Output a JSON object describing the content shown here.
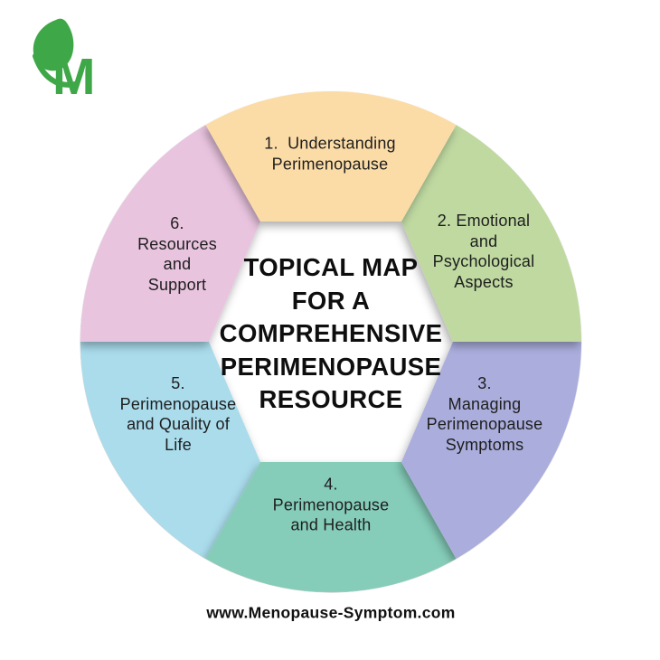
{
  "logo": {
    "letter": "M",
    "color": "#3EA748"
  },
  "diagram": {
    "title_lines": [
      "TOPICAL MAP",
      "FOR A",
      "COMPREHENSIVE",
      "PERIMENOPAUSE",
      "RESOURCE"
    ],
    "segments": [
      {
        "id": "1",
        "color": "#FBDCA7",
        "lines": [
          "1.  Understanding",
          "Perimenopause"
        ]
      },
      {
        "id": "2",
        "color": "#BFD9A1",
        "lines": [
          "2. Emotional",
          "and",
          "Psychological",
          "Aspects"
        ]
      },
      {
        "id": "3",
        "color": "#ABAEDD",
        "lines": [
          "3.",
          "Managing",
          "Perimenopause",
          "Symptoms"
        ]
      },
      {
        "id": "4",
        "color": "#85CDB9",
        "lines": [
          "4.",
          "Perimenopause",
          "and Health"
        ]
      },
      {
        "id": "5",
        "color": "#AADCEC",
        "lines": [
          "5.",
          "Perimenopause",
          "and Quality of",
          "Life"
        ]
      },
      {
        "id": "6",
        "color": "#E9C4DF",
        "lines": [
          "6.",
          "Resources",
          "and",
          "Support"
        ]
      }
    ]
  },
  "footer": {
    "website": "www.Menopause-Symptom.com"
  }
}
